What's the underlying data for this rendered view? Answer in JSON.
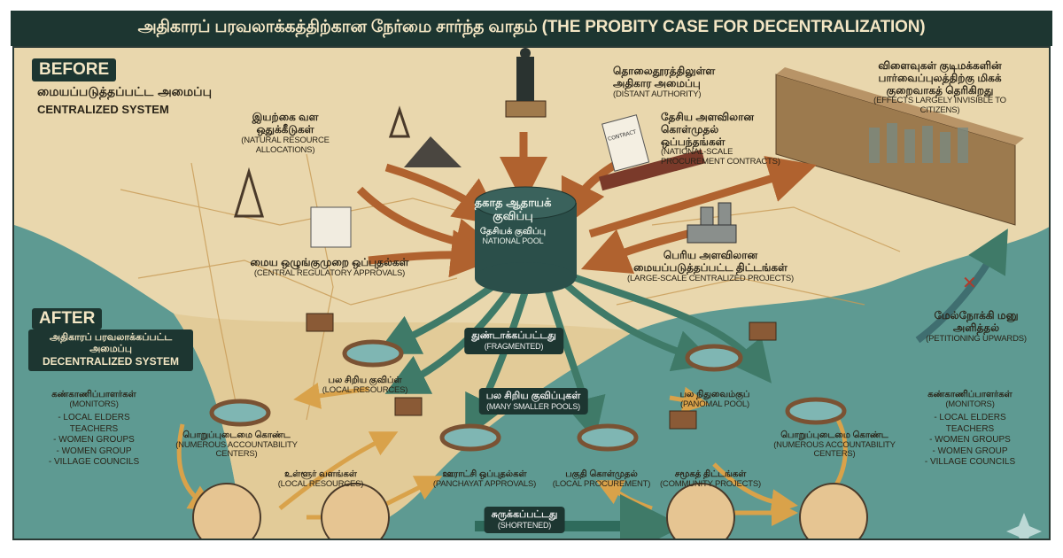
{
  "title": "அதிகாரப் பரவலாக்கத்திற்கான நேர்மை சார்ந்த வாதம் (THE PROBITY CASE FOR DECENTRALIZATION)",
  "before": {
    "badge": "BEFORE",
    "system_ta": "மையப்படுத்தப்பட்ட அமைப்பு",
    "system_en": "CENTRALIZED SYSTEM",
    "natural_resources": {
      "ta": "இயற்கை வள ஒதுக்கீடுகள்",
      "en": "(NATURAL RESOURCE ALLOCATIONS)"
    },
    "regulatory": {
      "ta": "மைய ஒழுங்குமுறை ஒப்புதல்கள்",
      "en": "(CENTRAL REGULATORY APPROVALS)"
    },
    "distant_authority": {
      "ta": "தொலைதூரத்திலுள்ள அதிகார அமைப்பு",
      "en": "(DISTANT AUTHORITY)"
    },
    "procurement": {
      "ta": "தேசிய அளவிலான கொள்முதல் ஒப்பந்தங்கள்",
      "en": "(NATIONAL-SCALE PROCUREMENT CONTRACTS)"
    },
    "effects": {
      "ta": "விளைவுகள் குடிமக்களின் பார்வைப்புலத்திற்கு மிகக் குறைவாகத் தெரிகிறது",
      "en": "(EFFECTS LARGELY INVISIBLE TO CITIZENS)"
    },
    "pool": {
      "ta": "தகாத ஆதாயக் குவிப்பு",
      "sub_ta": "தேசியக் குவிப்பு",
      "en": "NATIONAL POOL"
    },
    "projects": {
      "ta": "பெரிய அளவிலான மையப்படுத்தப்பட்ட திட்டங்கள்",
      "en": "(LARGE-SCALE CENTRALIZED PROJECTS)"
    },
    "petitioning": {
      "ta": "மேல்நோக்கி மனு அளித்தல்",
      "en": "(PETITIONING UPWARDS)"
    },
    "contract_doc": "CONTRACT"
  },
  "after": {
    "badge": "AFTER",
    "system_ta": "அதிகாரப் பரவலாக்கப்பட்ட அமைப்பு",
    "system_en": "DECENTRALIZED SYSTEM",
    "monitors": {
      "ta": "கண்காணிப்பாளர்கள்",
      "en": "(MONITORS)",
      "items": [
        "- LOCAL ELDERS",
        "TEACHERS",
        "- WOMEN GROUPS",
        "- WOMEN GROUP",
        "- VILLAGE COUNCILS"
      ]
    },
    "fragmented": {
      "ta": "துண்டாக்கப்பட்டது",
      "en": "(FRAGMENTED)"
    },
    "many_pools": {
      "ta": "பல சிறிய குவிப்புகள்",
      "en": "(MANY SMALLER POOLS)"
    },
    "small_pools": {
      "ta": "பல சிறிய குவிப்ள்",
      "en": "(LOCAL RESOURCES)"
    },
    "panomal_pool": {
      "ta": "பல நிதுவைம்குப்",
      "en": "(PANOMAL POOL)"
    },
    "accountability": {
      "ta": "பொறுப்புடைமை கொண்ட",
      "en": "(NUMEROUS ACCOUNTABILITY CENTERS)"
    },
    "local_resources": {
      "ta": "உள்ளூர் வளங்கள்",
      "en": "(LOCAL RESOURCES)"
    },
    "panchayat": {
      "ta": "ஊராட்சி ஒப்புதல்கள்",
      "en": "(PANCHAYAT APPROVALS)"
    },
    "local_procurement": {
      "ta": "பகுதி கொள்முதல்",
      "en": "(LOCAL PROCUREMENT)"
    },
    "community": {
      "ta": "சமூகத் திட்டங்கள்",
      "en": "(COMMUNITY PROJECTS)"
    },
    "shortened": {
      "ta": "சுருக்கப்பட்டது",
      "en": "(SHORTENED)"
    }
  },
  "colors": {
    "title_bg": "#1d3631",
    "land": "#e9d7ad",
    "sea": "#5e9a92",
    "arrow_central": "#b0622f",
    "arrow_local": "#d9a24a",
    "arrow_green": "#3f7a68"
  }
}
